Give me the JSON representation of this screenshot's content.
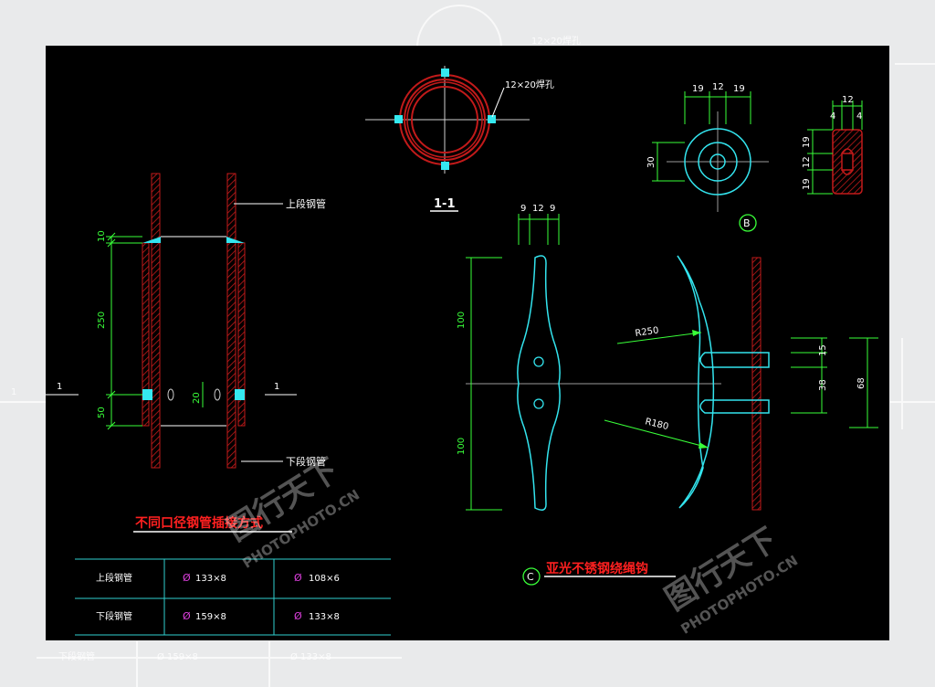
{
  "colors": {
    "background": "#000000",
    "outer_background": "#e9eaeb",
    "dimension_green": "#39ff39",
    "outline_cyan": "#33e4ee",
    "pipe_red": "#c21a1a",
    "label_white": "#ffffff",
    "title_red": "#ff2020",
    "table_line": "#2fd0d0",
    "diameter_magenta": "#e040e0"
  },
  "section_1_1": {
    "hole_label": "12×20焊孔",
    "title": "1-1"
  },
  "pipe_joint": {
    "upper_pipe_label": "上段钢管",
    "lower_pipe_label": "下段钢管",
    "section_mark_left": "1",
    "section_mark_right": "1",
    "dims": {
      "top": "10",
      "mid": "250",
      "bottom": "50",
      "hole": "20"
    },
    "title": "不同口径钢管插接方式"
  },
  "pulley_b": {
    "dims_top": [
      "19",
      "12",
      "19"
    ],
    "dim_height": "30",
    "side_dims_top": [
      "12",
      "4",
      "4"
    ],
    "side_dims_left": [
      "19",
      "12",
      "19"
    ],
    "marker": "B"
  },
  "cleat_c": {
    "dims_top": [
      "9",
      "12",
      "9"
    ],
    "dim_upper": "100",
    "dim_lower": "100",
    "radius_1": "R250",
    "radius_2": "R180",
    "right_dims": [
      "15",
      "38",
      "68"
    ],
    "marker": "C",
    "title": "亚光不锈钢绕绳钩"
  },
  "spec_table": {
    "rows": [
      {
        "name": "上段钢管",
        "spec_1": "133×8",
        "spec_2": "108×6"
      },
      {
        "name": "下段钢管",
        "spec_1": "159×8",
        "spec_2": "133×8"
      }
    ],
    "diameter_symbol": "Ø"
  },
  "watermark": {
    "text_1": "PHOTOPHOTO.CN",
    "text_2": "PHOTOPHOTO.CN",
    "logo_text_1": "图行天下",
    "logo_text_2": "图行天下"
  }
}
